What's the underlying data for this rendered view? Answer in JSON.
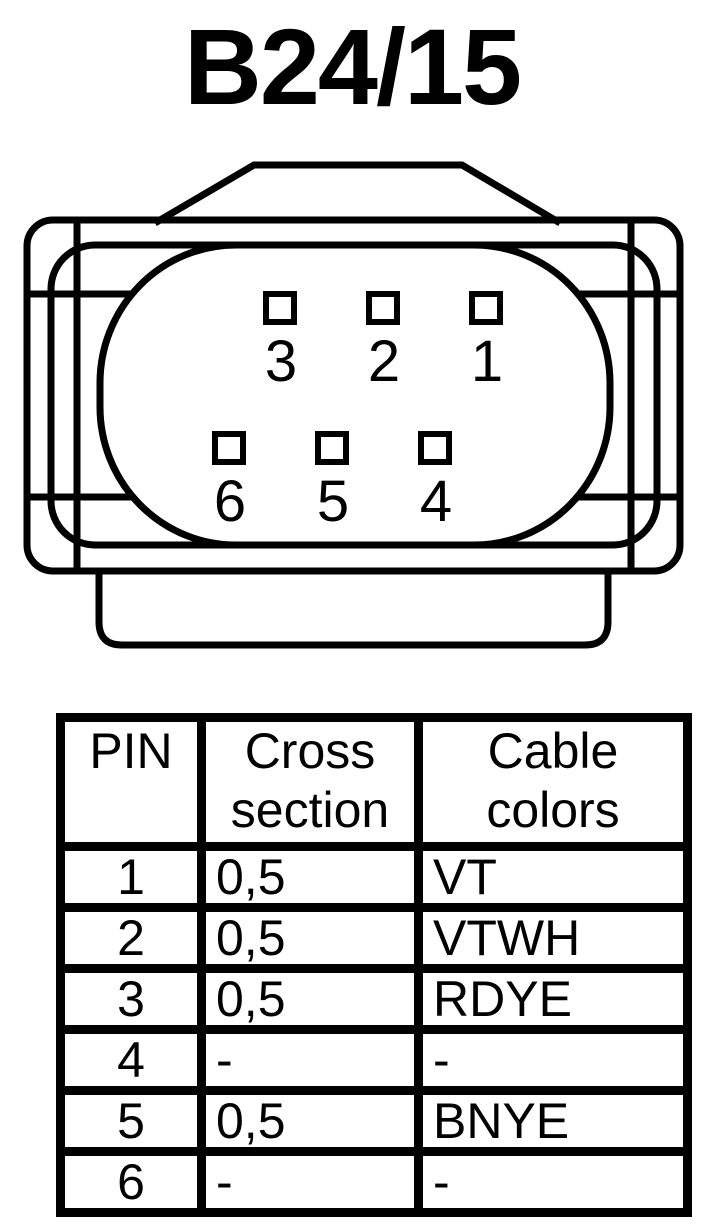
{
  "title": "B24/15",
  "connector": {
    "pins": [
      "3",
      "2",
      "1",
      "6",
      "5",
      "4"
    ]
  },
  "table": {
    "headers": [
      "PIN",
      "Cross section",
      "Cable colors"
    ],
    "rows": [
      [
        "1",
        "0,5",
        "VT"
      ],
      [
        "2",
        "0,5",
        "VTWH"
      ],
      [
        "3",
        "0,5",
        "RDYE"
      ],
      [
        "4",
        "-",
        "-"
      ],
      [
        "5",
        "0,5",
        "BNYE"
      ],
      [
        "6",
        "-",
        "-"
      ]
    ]
  },
  "colors": {
    "ink": "#000000",
    "background": "#ffffff"
  }
}
